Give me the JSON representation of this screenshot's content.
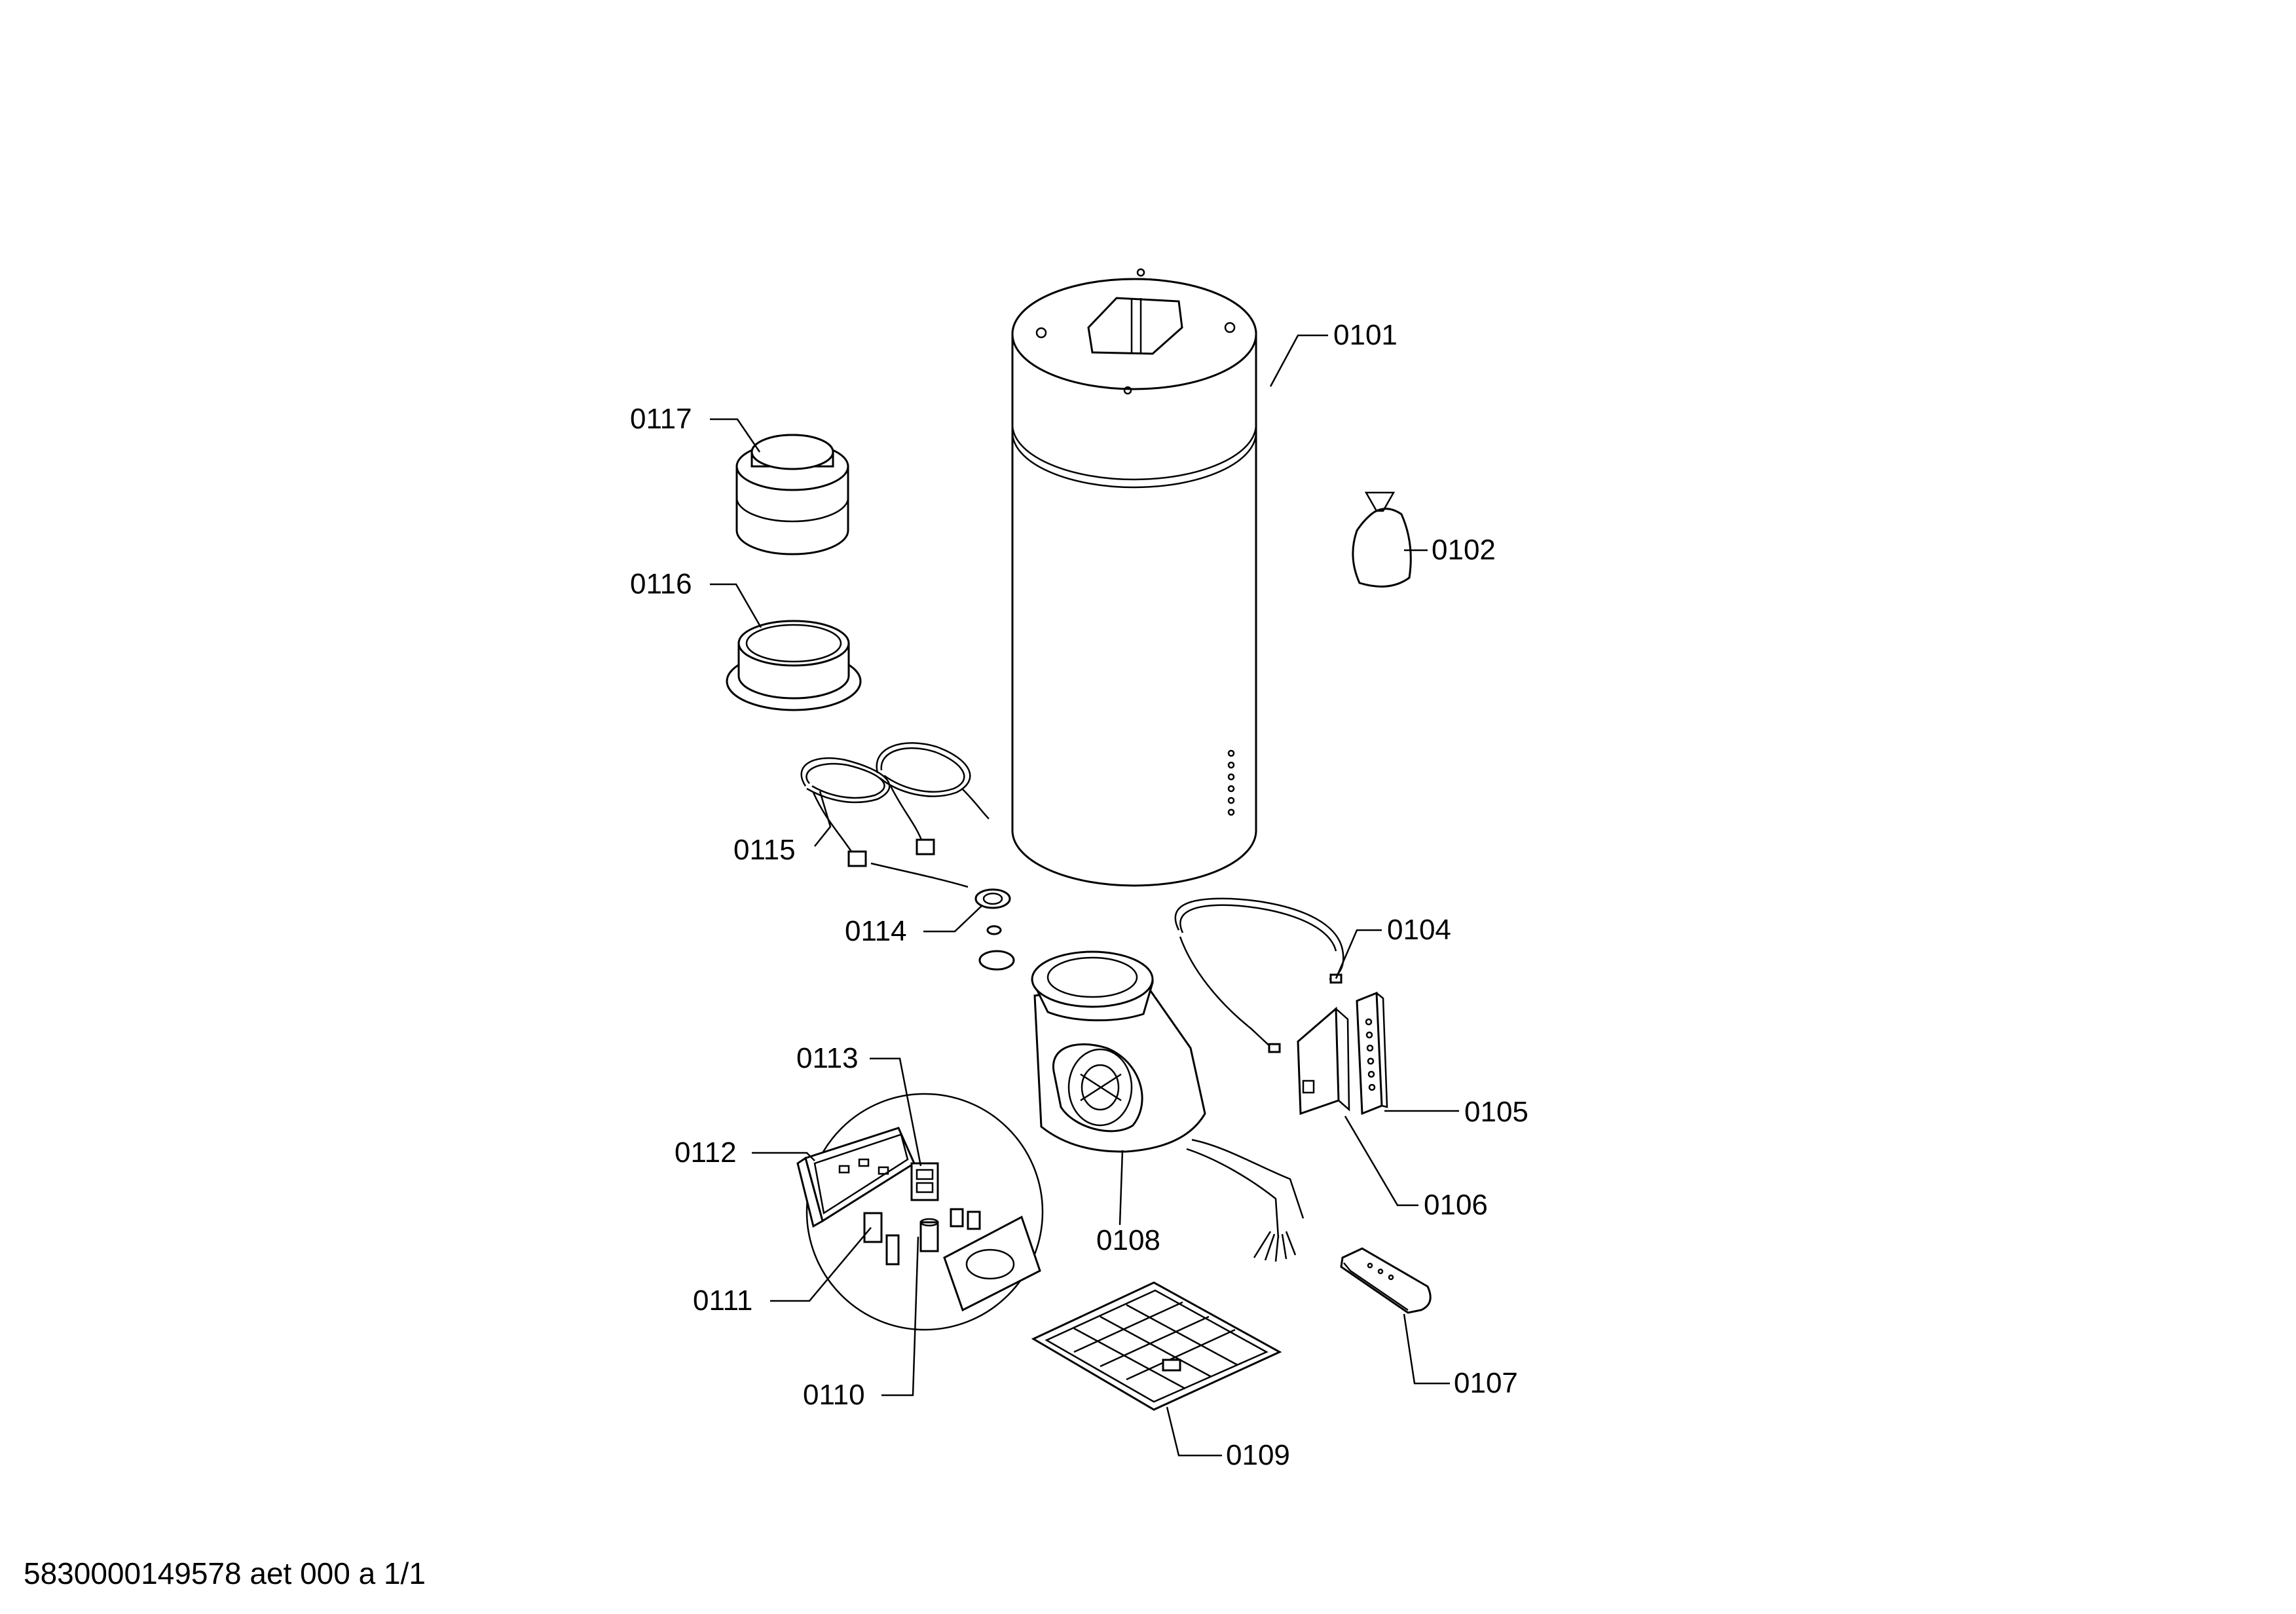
{
  "diagram": {
    "labels": {
      "p0101": "0101",
      "p0102": "0102",
      "p0104": "0104",
      "p0105": "0105",
      "p0106": "0106",
      "p0107": "0107",
      "p0108": "0108",
      "p0109": "0109",
      "p0110": "0110",
      "p0111": "0111",
      "p0112": "0112",
      "p0113": "0113",
      "p0114": "0114",
      "p0115": "0115",
      "p0116": "0116",
      "p0117": "0117"
    },
    "footer": "5830000149578 aet 000 a 1/1"
  }
}
